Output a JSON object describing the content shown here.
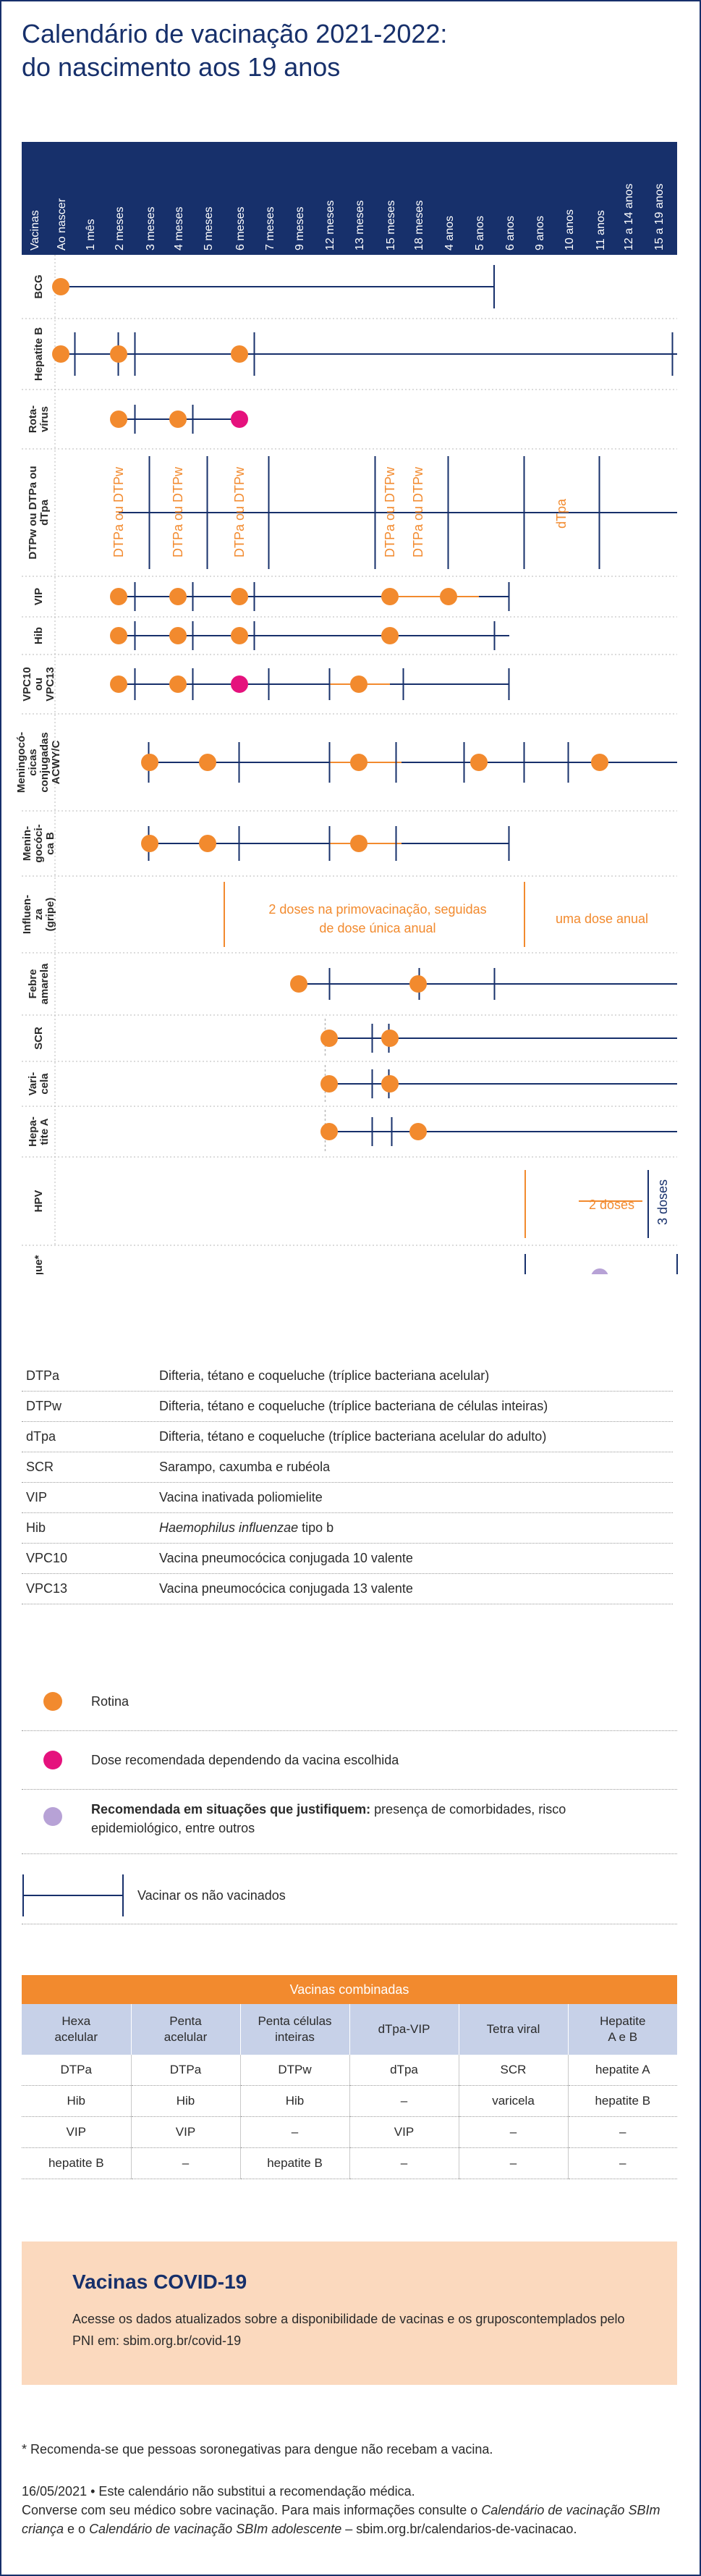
{
  "title_line1": "Calendário de vacinação 2021-2022:",
  "title_line2": "do nascimento aos 19 anos",
  "schedule": {
    "vaccines_header": "Vacinas",
    "ages": [
      "Ao nascer",
      "1 mês",
      "2 meses",
      "3 meses",
      "4 meses",
      "5 meses",
      "6 meses",
      "7 meses",
      "9 meses",
      "12 meses",
      "13 meses",
      "15 meses",
      "18 meses",
      "4 anos",
      "5 anos",
      "6 anos",
      "9 anos",
      "10 anos",
      "11 anos",
      "12 a 14 anos",
      "15 a 19 anos"
    ],
    "vaccines": [
      {
        "label": [
          "BCG"
        ]
      },
      {
        "label": [
          "Hepatite B"
        ]
      },
      {
        "label": [
          "Rota-",
          "vírus"
        ]
      },
      {
        "label": [
          "DTPw ou DTPa ou",
          "dTpa"
        ]
      },
      {
        "label": [
          "VIP"
        ]
      },
      {
        "label": [
          "Hib"
        ]
      },
      {
        "label": [
          "VPC10",
          "ou",
          "VPC13"
        ]
      },
      {
        "label": [
          "Meningocó-",
          "cicas",
          "conjugadas",
          "ACWY/C"
        ]
      },
      {
        "label": [
          "Menin-",
          "gocóci-",
          "ca B"
        ]
      },
      {
        "label": [
          "Influen-",
          "za",
          "(gripe)"
        ]
      },
      {
        "label": [
          "Febre",
          "amarela"
        ]
      },
      {
        "label": [
          "SCR"
        ]
      },
      {
        "label": [
          "Vari-",
          "cela"
        ]
      },
      {
        "label": [
          "Hepa-",
          "tite A"
        ]
      },
      {
        "label": [
          "HPV"
        ]
      },
      {
        "label": [
          "Dengue*"
        ]
      }
    ],
    "dtp_label": "DTPa ou DTPw",
    "dtpa_label": "dTpa",
    "influenza_text1": "2 doses na primovacinação, seguidas",
    "influenza_text2": "de dose única anual",
    "influenza_annual": "uma dose anual",
    "hpv_2doses": "2 doses",
    "hpv_3doses": "3 doses",
    "colors": {
      "routine": "#f28a2e",
      "depends": "#e5127d",
      "situational": "#b7a2d6",
      "navy": "#17306b"
    }
  },
  "abbreviations": [
    {
      "code": "DTPa",
      "pre": "Difteria, tétano e coqueluche (tríplice bacteriana acelular)",
      "italic": "",
      "post": ""
    },
    {
      "code": "DTPw",
      "pre": "Difteria, tétano e coqueluche (tríplice bacteriana de células inteiras)",
      "italic": "",
      "post": ""
    },
    {
      "code": "dTpa",
      "pre": "Difteria, tétano e coqueluche (tríplice bacteriana acelular do adulto)",
      "italic": "",
      "post": ""
    },
    {
      "code": "SCR",
      "pre": "Sarampo, caxumba e rubéola",
      "italic": "",
      "post": ""
    },
    {
      "code": "VIP",
      "pre": "Vacina inativada poliomielite",
      "italic": "",
      "post": ""
    },
    {
      "code": "Hib",
      "pre": "",
      "italic": "Haemophilus influenzae",
      "post": " tipo b"
    },
    {
      "code": "VPC10",
      "pre": "Vacina pneumocócica conjugada 10 valente",
      "italic": "",
      "post": ""
    },
    {
      "code": "VPC13",
      "pre": "Vacina pneumocócica conjugada 13 valente",
      "italic": "",
      "post": ""
    }
  ],
  "legend": {
    "routine": "Rotina",
    "depends": "Dose recomendada dependendo da vacina escolhida",
    "situational_bold": "Recomendada em situações que justifiquem:",
    "situational_rest": " presença de comorbidades, risco epidemiológico, entre outros",
    "unvaccinated": "Vacinar os não vacinados"
  },
  "combined": {
    "title": "Vacinas combinadas",
    "headers": [
      [
        "Hexa",
        "acelular"
      ],
      [
        "Penta",
        "acelular"
      ],
      [
        "Penta células",
        "inteiras"
      ],
      [
        "dTpa-VIP"
      ],
      [
        "Tetra viral"
      ],
      [
        "Hepatite",
        "A e B"
      ]
    ],
    "rows": [
      [
        "DTPa",
        "DTPa",
        "DTPw",
        "dTpa",
        "SCR",
        "hepatite A"
      ],
      [
        "Hib",
        "Hib",
        "Hib",
        "–",
        "varicela",
        "hepatite B"
      ],
      [
        "VIP",
        "VIP",
        "–",
        "VIP",
        "–",
        "–"
      ],
      [
        "hepatite B",
        "–",
        "hepatite B",
        "–",
        "–",
        "–"
      ]
    ]
  },
  "covid": {
    "title": "Vacinas COVID-19",
    "text": "Acesse os dados atualizados sobre a disponibilidade de vacinas e os gruposcontemplados pelo PNI em: sbim.org.br/covid-19"
  },
  "footnote": "* Recomenda-se que pessoas soronegativas para dengue não recebam a vacina.",
  "footer": {
    "line1": "16/05/2021 • Este calendário não substitui a recomendação médica.",
    "p1": "Conversе com seu médico sobre vacinação. Para mais informações consulte o ",
    "i1": "Calendário de vacinação SBIm criança",
    "p2": " e o ",
    "i2": "Calendário de vacinação SBIm adolescente",
    "p3": " – sbim.org.br/calendarios-de-vacinacao."
  }
}
